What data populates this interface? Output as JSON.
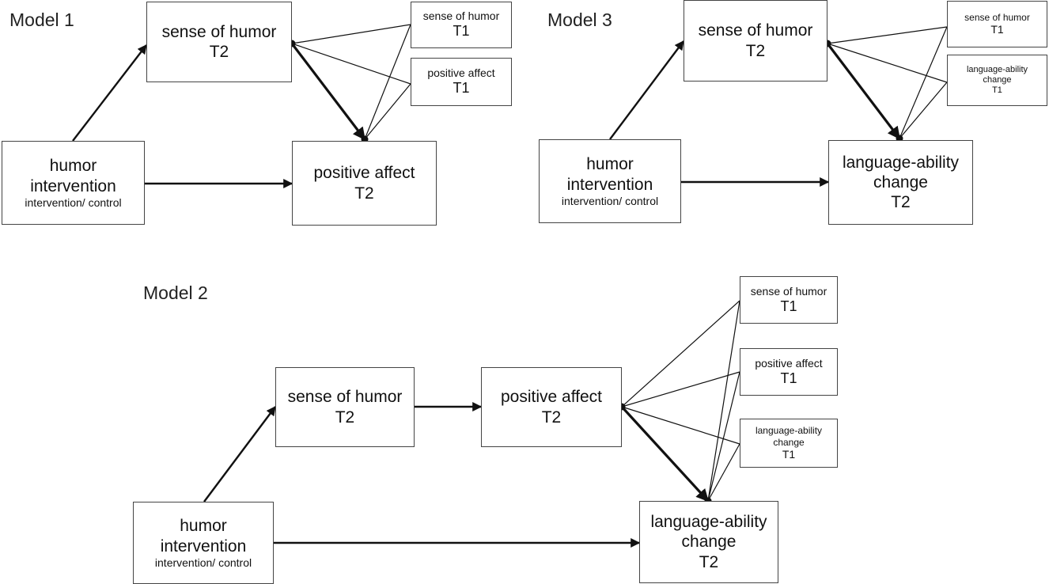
{
  "models": {
    "m1": {
      "label": "Model 1",
      "humor": {
        "line1": "humor",
        "line2": "intervention",
        "line3": "intervention/ control"
      },
      "soh_t2": {
        "line1": "sense of humor",
        "line2": "T2"
      },
      "outcome_t2": {
        "line1": "positive affect",
        "line2": "T2"
      },
      "cov1": {
        "line1": "sense of humor",
        "line2": "T1"
      },
      "cov2": {
        "line1": "positive affect",
        "line2": "T1"
      }
    },
    "m3": {
      "label": "Model 3",
      "humor": {
        "line1": "humor",
        "line2": "intervention",
        "line3": "intervention/ control"
      },
      "soh_t2": {
        "line1": "sense of humor",
        "line2": "T2"
      },
      "outcome_t2": {
        "line1": "language-ability",
        "line2": "change",
        "line3": "T2"
      },
      "cov1": {
        "line1": "sense of humor",
        "line2": "T1"
      },
      "cov2": {
        "line1": "language-ability",
        "line2": "change",
        "line3": "T1"
      }
    },
    "m2": {
      "label": "Model 2",
      "humor": {
        "line1": "humor",
        "line2": "intervention",
        "line3": "intervention/ control"
      },
      "soh_t2": {
        "line1": "sense of humor",
        "line2": "T2"
      },
      "pa_t2": {
        "line1": "positive affect",
        "line2": "T2"
      },
      "outcome_t2": {
        "line1": "language-ability",
        "line2": "change",
        "line3": "T2"
      },
      "cov1": {
        "line1": "sense of humor",
        "line2": "T1"
      },
      "cov2": {
        "line1": "positive affect",
        "line2": "T1"
      },
      "cov3": {
        "line1": "language-ability",
        "line2": "change",
        "line3": "T1"
      }
    }
  }
}
